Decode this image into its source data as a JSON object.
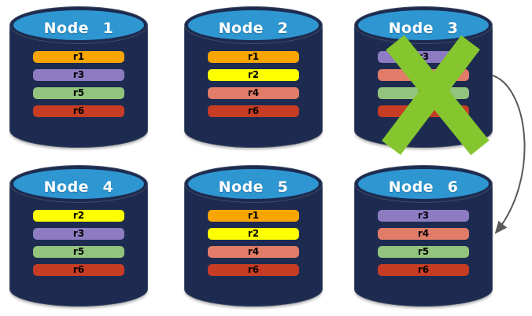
{
  "diagram": {
    "description": "Replica distribution across six database nodes; Node 3 has failed and its replicas move to Node 6",
    "canvas_background": "#FFFFFF"
  },
  "colors": {
    "cylinder_body": "#1D2B50",
    "cylinder_top": "#2E96D1",
    "title_text": "#FFFFFF",
    "bar_text": "#000000",
    "failure_x": "#85C52D",
    "arrow": "#58595B"
  },
  "replica_palette": {
    "r1": "#F9A602",
    "r2": "#FDFE00",
    "r3": "#8E7CC3",
    "r4": "#E07C68",
    "r5": "#93C47D",
    "r6": "#C63C24"
  },
  "nodes": [
    {
      "title": "Node 1",
      "failed": false,
      "replicas": [
        {
          "label": "r1",
          "color": "#F9A602"
        },
        {
          "label": "r3",
          "color": "#8E7CC3"
        },
        {
          "label": "r5",
          "color": "#93C47D"
        },
        {
          "label": "r6",
          "color": "#C63C24"
        }
      ]
    },
    {
      "title": "Node 2",
      "failed": false,
      "replicas": [
        {
          "label": "r1",
          "color": "#F9A602"
        },
        {
          "label": "r2",
          "color": "#FDFE00"
        },
        {
          "label": "r4",
          "color": "#E07C68"
        },
        {
          "label": "r6",
          "color": "#C63C24"
        }
      ]
    },
    {
      "title": "Node 3",
      "failed": true,
      "replicas": [
        {
          "label": "r3",
          "color": "#8E7CC3"
        },
        {
          "label": "r4",
          "color": "#E07C68"
        },
        {
          "label": "r5",
          "color": "#93C47D"
        },
        {
          "label": "r6",
          "color": "#C63C24"
        }
      ]
    },
    {
      "title": "Node 4",
      "failed": false,
      "replicas": [
        {
          "label": "r2",
          "color": "#FDFE00"
        },
        {
          "label": "r3",
          "color": "#8E7CC3"
        },
        {
          "label": "r5",
          "color": "#93C47D"
        },
        {
          "label": "r6",
          "color": "#C63C24"
        }
      ]
    },
    {
      "title": "Node 5",
      "failed": false,
      "replicas": [
        {
          "label": "r1",
          "color": "#F9A602"
        },
        {
          "label": "r2",
          "color": "#FDFE00"
        },
        {
          "label": "r4",
          "color": "#E07C68"
        },
        {
          "label": "r6",
          "color": "#C63C24"
        }
      ]
    },
    {
      "title": "Node 6",
      "failed": false,
      "replicas": [
        {
          "label": "r3",
          "color": "#8E7CC3"
        },
        {
          "label": "r4",
          "color": "#E07C68"
        },
        {
          "label": "r5",
          "color": "#93C47D"
        },
        {
          "label": "r6",
          "color": "#C63C24"
        }
      ]
    }
  ],
  "failure_mark": {
    "type": "x-cross",
    "on_node": "Node 3",
    "color": "#85C52D"
  },
  "transfer_arrow": {
    "from_node": "Node 3",
    "to_node": "Node 6",
    "color": "#58595B"
  }
}
